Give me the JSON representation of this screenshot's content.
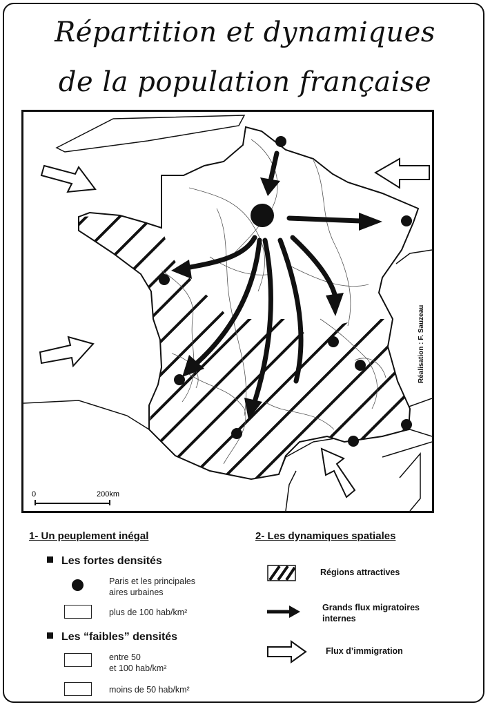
{
  "title": {
    "line1": "Répartition et dynamiques",
    "line2": "de la population française"
  },
  "credit": "Réalisation : F. Sauzeau",
  "scale": {
    "start": "0",
    "end": "200km"
  },
  "legend": {
    "section1": {
      "heading": "1- Un peuplement inégal",
      "strong": {
        "heading": "Les fortes densités",
        "cities": "Paris et les principales aires urbaines",
        "cities_l1": "Paris et les principales",
        "cities_l2": "aires urbaines",
        "over100": "plus de 100 hab/km²"
      },
      "weak": {
        "heading": "Les “faibles” densités",
        "mid_l1": "entre 50",
        "mid_l2": "et 100 hab/km²",
        "under50": "moins de 50 hab/km²"
      }
    },
    "section2": {
      "heading": "2- Les dynamiques spatiales",
      "attractive": "Régions attractives",
      "flows_l1": "Grands flux migratoires",
      "flows_l2": "internes",
      "immigration": "Flux d’immigration"
    }
  },
  "colors": {
    "ink": "#111111",
    "paper": "#ffffff"
  }
}
